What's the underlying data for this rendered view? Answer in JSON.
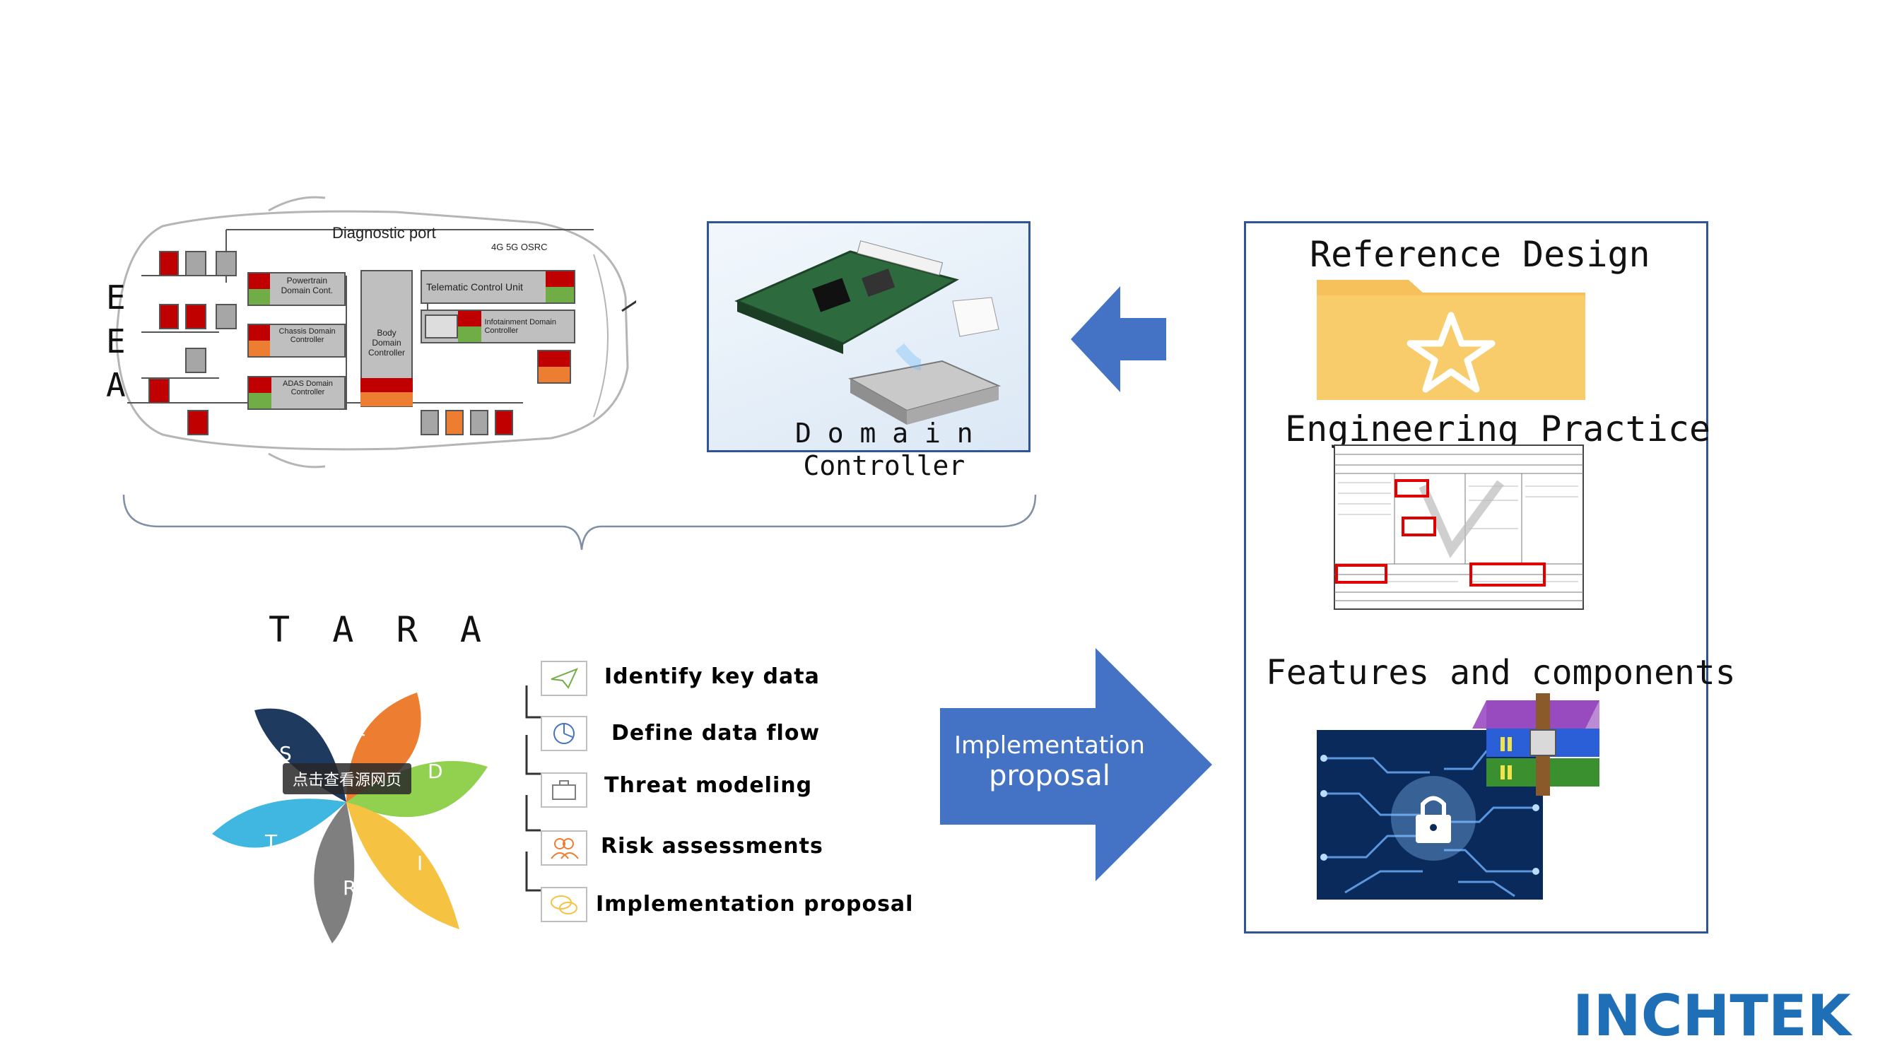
{
  "eea": {
    "letters": [
      "E",
      "E",
      "A"
    ],
    "diagnostic_port": "Diagnostic port",
    "connectivity": "4G  5G  OSRC",
    "telematic": "Telematic Control Unit",
    "infotainment": "Infotainment Domain Controller",
    "body": "Body Domain Controller",
    "powertrain": "Powertrain Domain Cont.",
    "chassis": "Chassis Domain Controller",
    "adas": "ADAS Domain Controller"
  },
  "domain_controller": {
    "title_line1": "D o m a i n",
    "title_line2": "Controller"
  },
  "tara": {
    "title": "T  A  R  A",
    "petals": [
      "S",
      "T",
      "R",
      "I",
      "D",
      "E"
    ],
    "overlay": "点击查看源网页",
    "steps": [
      {
        "label": "Identify key data",
        "icon": "paper-plane-icon"
      },
      {
        "label": "Define data flow",
        "icon": "pie-chart-icon"
      },
      {
        "label": "Threat modeling",
        "icon": "briefcase-icon"
      },
      {
        "label": "Risk assessments",
        "icon": "people-icon"
      },
      {
        "label": "Implementation proposal",
        "icon": "speech-bubbles-icon"
      }
    ]
  },
  "big_arrow": {
    "line1": "Implementation",
    "line2": "proposal"
  },
  "right_panel": {
    "reference_design": "Reference Design",
    "engineering_practice": "Engineering Practice",
    "features": "Features and components"
  },
  "logo": {
    "text": "INCHTEK"
  },
  "colors": {
    "blue": "#4472c4",
    "box_border": "#2f5597",
    "folder": "#f6c15a",
    "logo": "#1f6fb7"
  }
}
